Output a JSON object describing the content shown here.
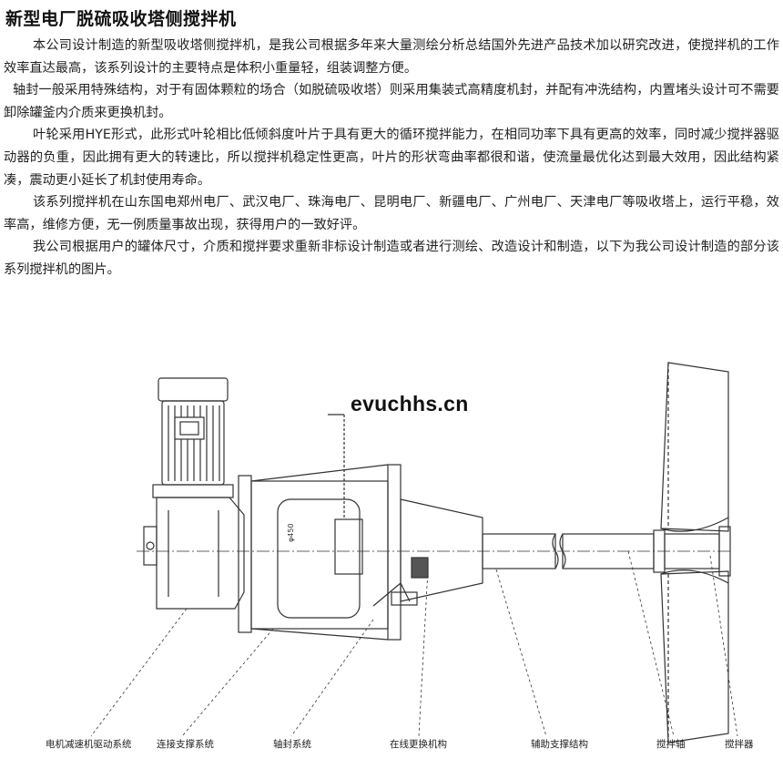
{
  "title": "新型电厂脱硫吸收塔侧搅拌机",
  "paragraphs": [
    "本公司设计制造的新型吸收塔侧搅拌机，是我公司根据多年来大量测绘分析总结国外先进产品技术加以研究改进，使搅拌机的工作效率直达最高，该系列设计的主要特点是体积小重量轻，组装调整方便。",
    "轴封一般采用特殊结构，对于有固体颗粒的场合（如脱硫吸收塔）则采用集装式高精度机封，并配有冲洗结构，内置堵头设计可不需要卸除罐釜内介质来更换机封。",
    "叶轮采用HYE形式，此形式叶轮相比低倾斜度叶片于具有更大的循环搅拌能力，在相同功率下具有更高的效率，同时减少搅拌器驱动器的负重，因此拥有更大的转速比，所以搅拌机稳定性更高，叶片的形状弯曲率都很和谐，使流量最优化达到最大效用，因此结构紧凑，震动更小延长了机封使用寿命。",
    "该系列搅拌机在山东国电郑州电厂、武汉电厂、珠海电厂、昆明电厂、新疆电厂、广州电厂、天津电厂等吸收塔上，运行平稳，效率高，维修方便，无一例质量事故出现，获得用户的一致好评。",
    "我公司根据用户的罐体尺寸，介质和搅拌要求重新非标设计制造或者进行测绘、改造设计和制造，以下为我公司设计制造的部分该系列搅拌机的图片。"
  ],
  "watermark": "evuchhs.cn",
  "dimension_label": "φ450",
  "part_labels": [
    "电机减速机驱动系统",
    "连接支撑系统",
    "轴封系统",
    "在线更换机构",
    "辅助支撑结构",
    "搅拌轴",
    "搅拌器"
  ]
}
